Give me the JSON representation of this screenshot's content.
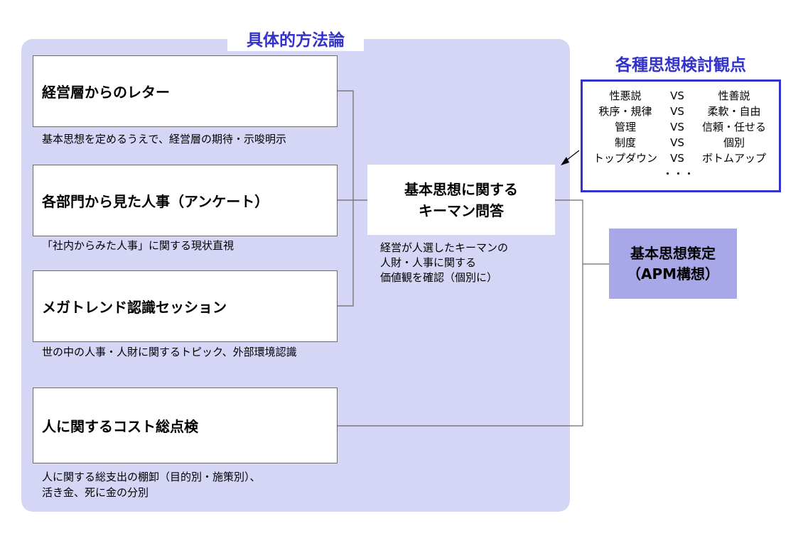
{
  "panel": {
    "title": "具体的方法論",
    "methods": [
      {
        "label": "経営層からのレター",
        "desc": [
          "基本思想を定めるうえで、経営層の期待・示唆明示"
        ]
      },
      {
        "label": "各部門から見た人事（アンケート）",
        "desc": [
          "「社内からみた人事」に関する現状直視"
        ]
      },
      {
        "label": "メガトレンド認識セッション",
        "desc": [
          "世の中の人事・人財に関するトピック、外部環境認識"
        ]
      },
      {
        "label": "人に関するコスト総点検",
        "desc": [
          "人に関する総支出の棚卸（目的別・施策別）、",
          "活き金、死に金の分別"
        ]
      }
    ]
  },
  "center": {
    "lines": [
      "基本思想に関する",
      "キーマン問答"
    ],
    "desc": [
      "経営が人選したキーマンの",
      "人財・人事に関する",
      "価値観を確認（個別に）"
    ]
  },
  "result": {
    "lines": [
      "基本思想策定",
      "（APM構想）"
    ]
  },
  "viewpoints": {
    "title": "各種思想検討観点",
    "rows": [
      {
        "left": "性悪説",
        "vs": "VS",
        "right": "性善説"
      },
      {
        "left": "秩序・規律",
        "vs": "VS",
        "right": "柔軟・自由"
      },
      {
        "left": "管理",
        "vs": "VS",
        "right": "信頼・任せる"
      },
      {
        "left": "制度",
        "vs": "VS",
        "right": "個別"
      },
      {
        "left": "トップダウン",
        "vs": "VS",
        "right": "ボトムアップ"
      }
    ],
    "ellipsis": "・・・"
  },
  "colors": {
    "panel": "#d5d5f5",
    "accent": "#3333cc",
    "result": "#a8a8e8",
    "line": "#6b6b6b"
  }
}
